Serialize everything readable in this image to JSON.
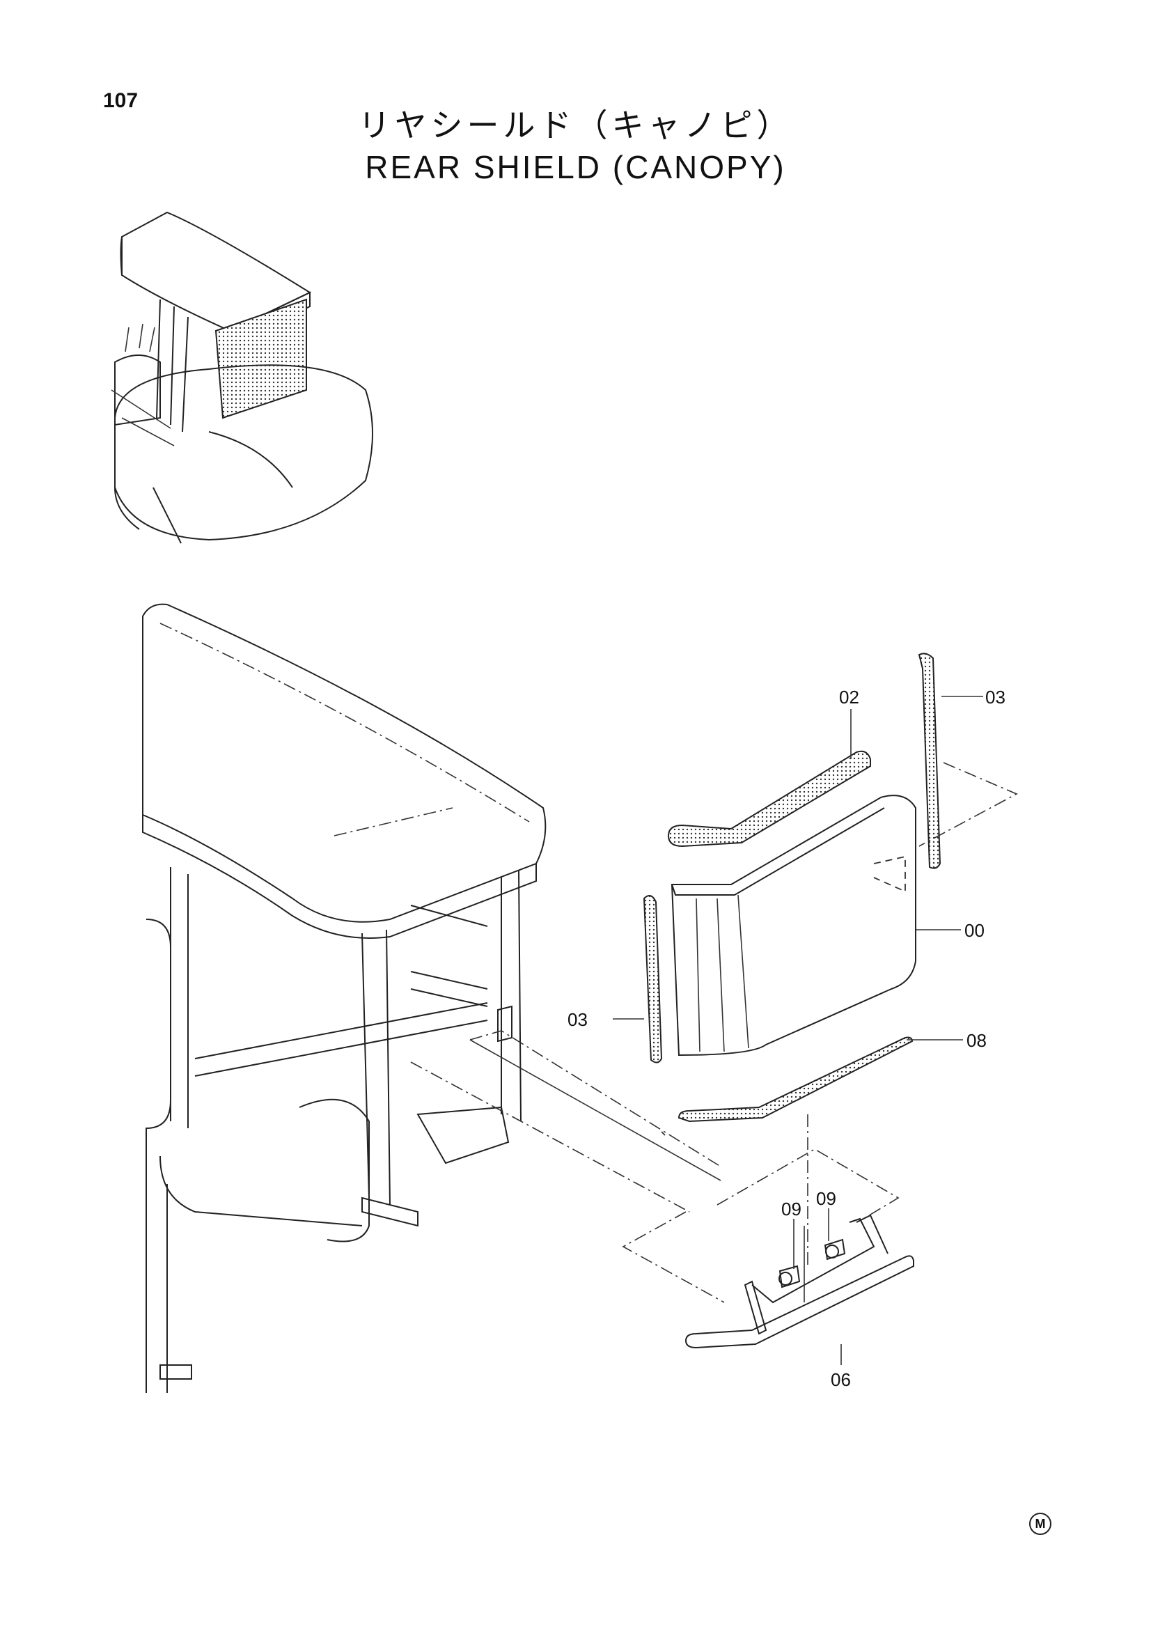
{
  "page": {
    "number": "107"
  },
  "title": {
    "japanese": "リヤシールド（キャノピ）",
    "english": "REAR SHIELD (CANOPY)"
  },
  "callouts": [
    {
      "id": "02",
      "label": "02"
    },
    {
      "id": "03-top",
      "label": "03"
    },
    {
      "id": "00",
      "label": "00"
    },
    {
      "id": "03-left",
      "label": "03"
    },
    {
      "id": "08",
      "label": "08"
    },
    {
      "id": "09-left",
      "label": "09"
    },
    {
      "id": "09-right",
      "label": "09"
    },
    {
      "id": "06",
      "label": "06"
    }
  ],
  "footer_mark": "M"
}
